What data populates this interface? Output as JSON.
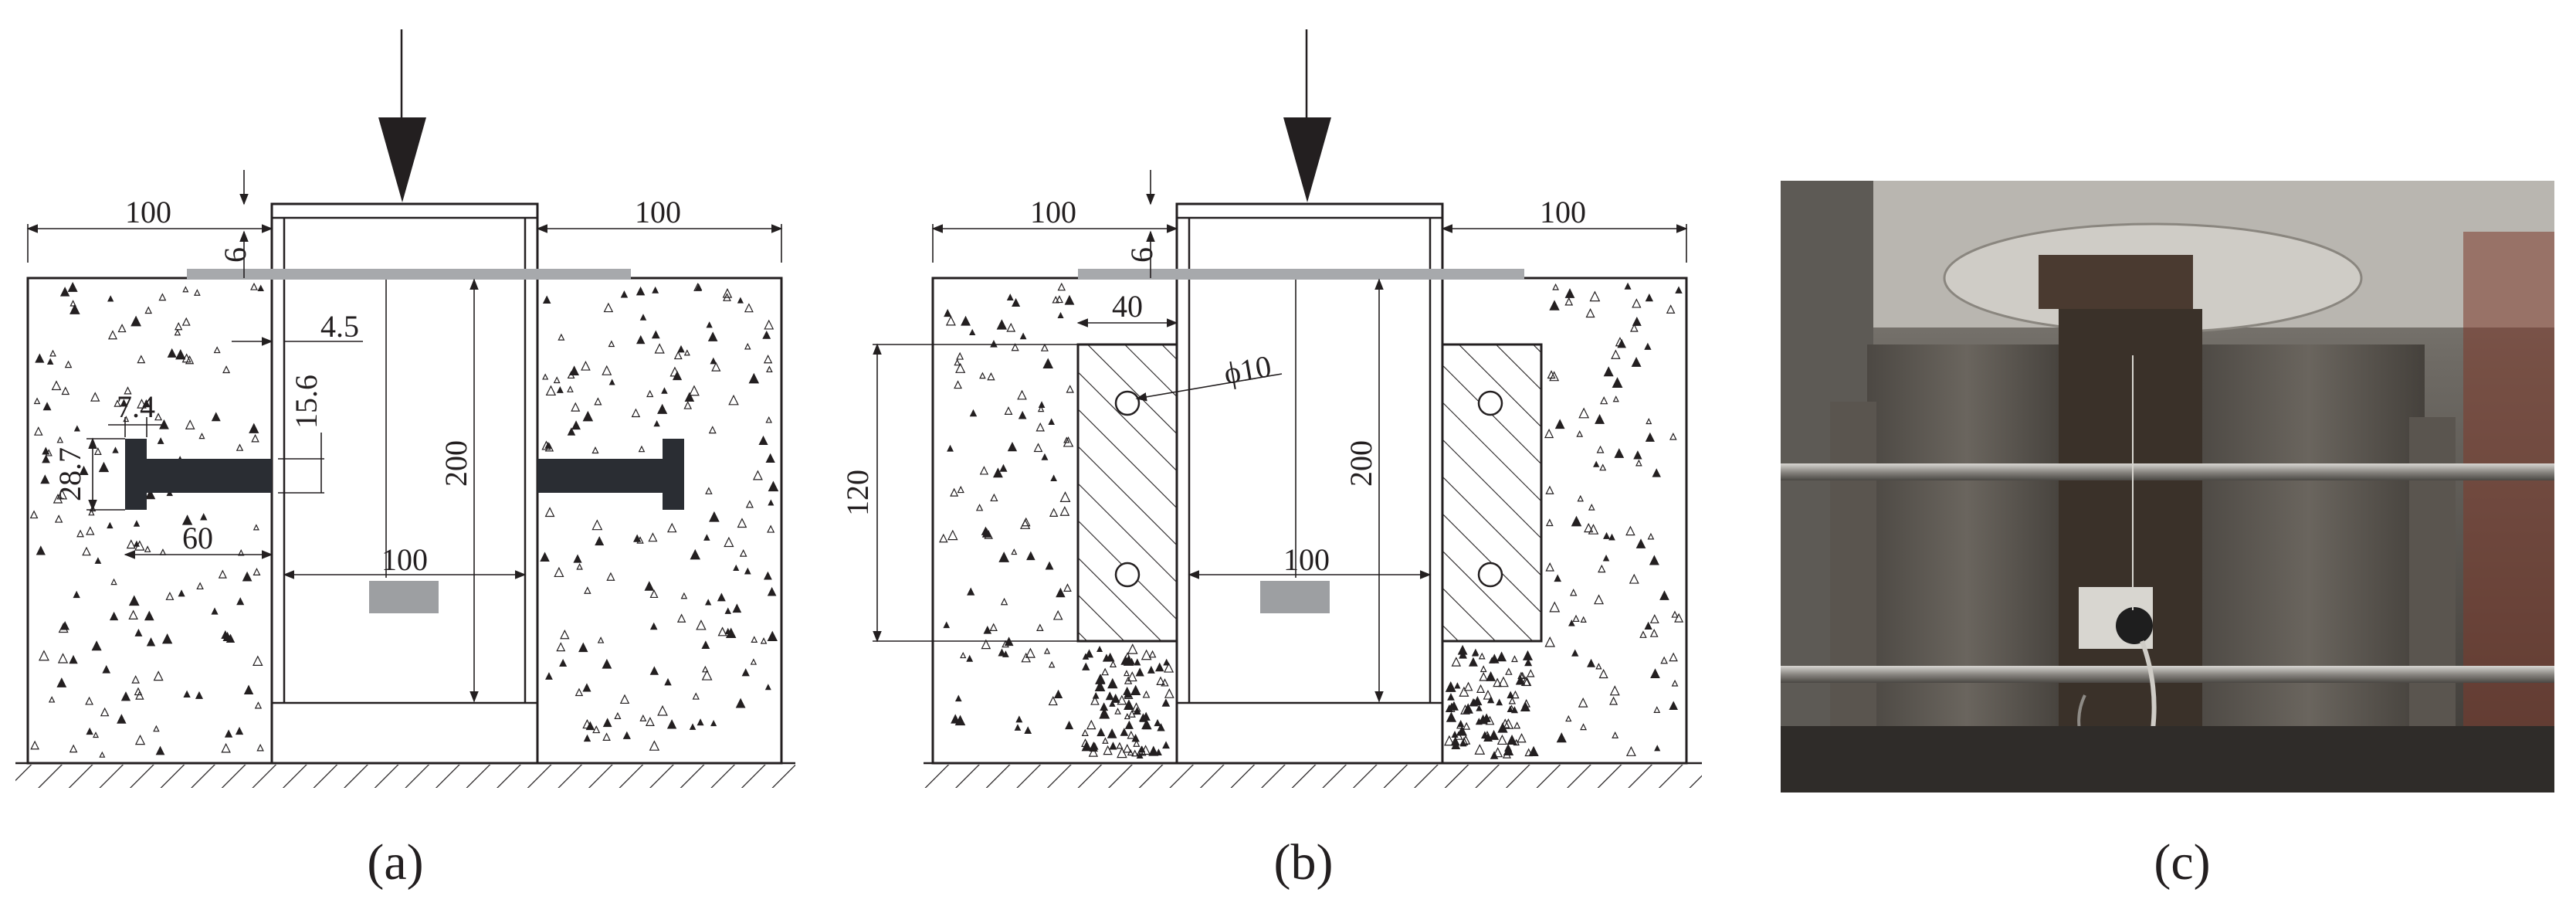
{
  "panels": {
    "a": {
      "caption": "(a)",
      "dims": {
        "left_width": "100",
        "right_width": "100",
        "plate_thk": "6",
        "gap": "4.5",
        "flange_height": "15.6",
        "flange_w": "7.4",
        "stud_h": "28.7",
        "embed_len": "60",
        "inner_width": "100",
        "height": "200"
      }
    },
    "b": {
      "caption": "(b)",
      "dims": {
        "left_width": "100",
        "right_width": "100",
        "plate_thk": "6",
        "block_width": "40",
        "hole_dia": "ϕ10",
        "block_height": "120",
        "inner_width": "100",
        "height": "200"
      }
    },
    "c": {
      "caption": "(c)"
    }
  },
  "colors": {
    "line": "#231f20",
    "steel_section": "#2a2d33",
    "plate": "#a7a9ac",
    "lvdt": "#9d9fa2",
    "concrete": "#ffffff"
  }
}
